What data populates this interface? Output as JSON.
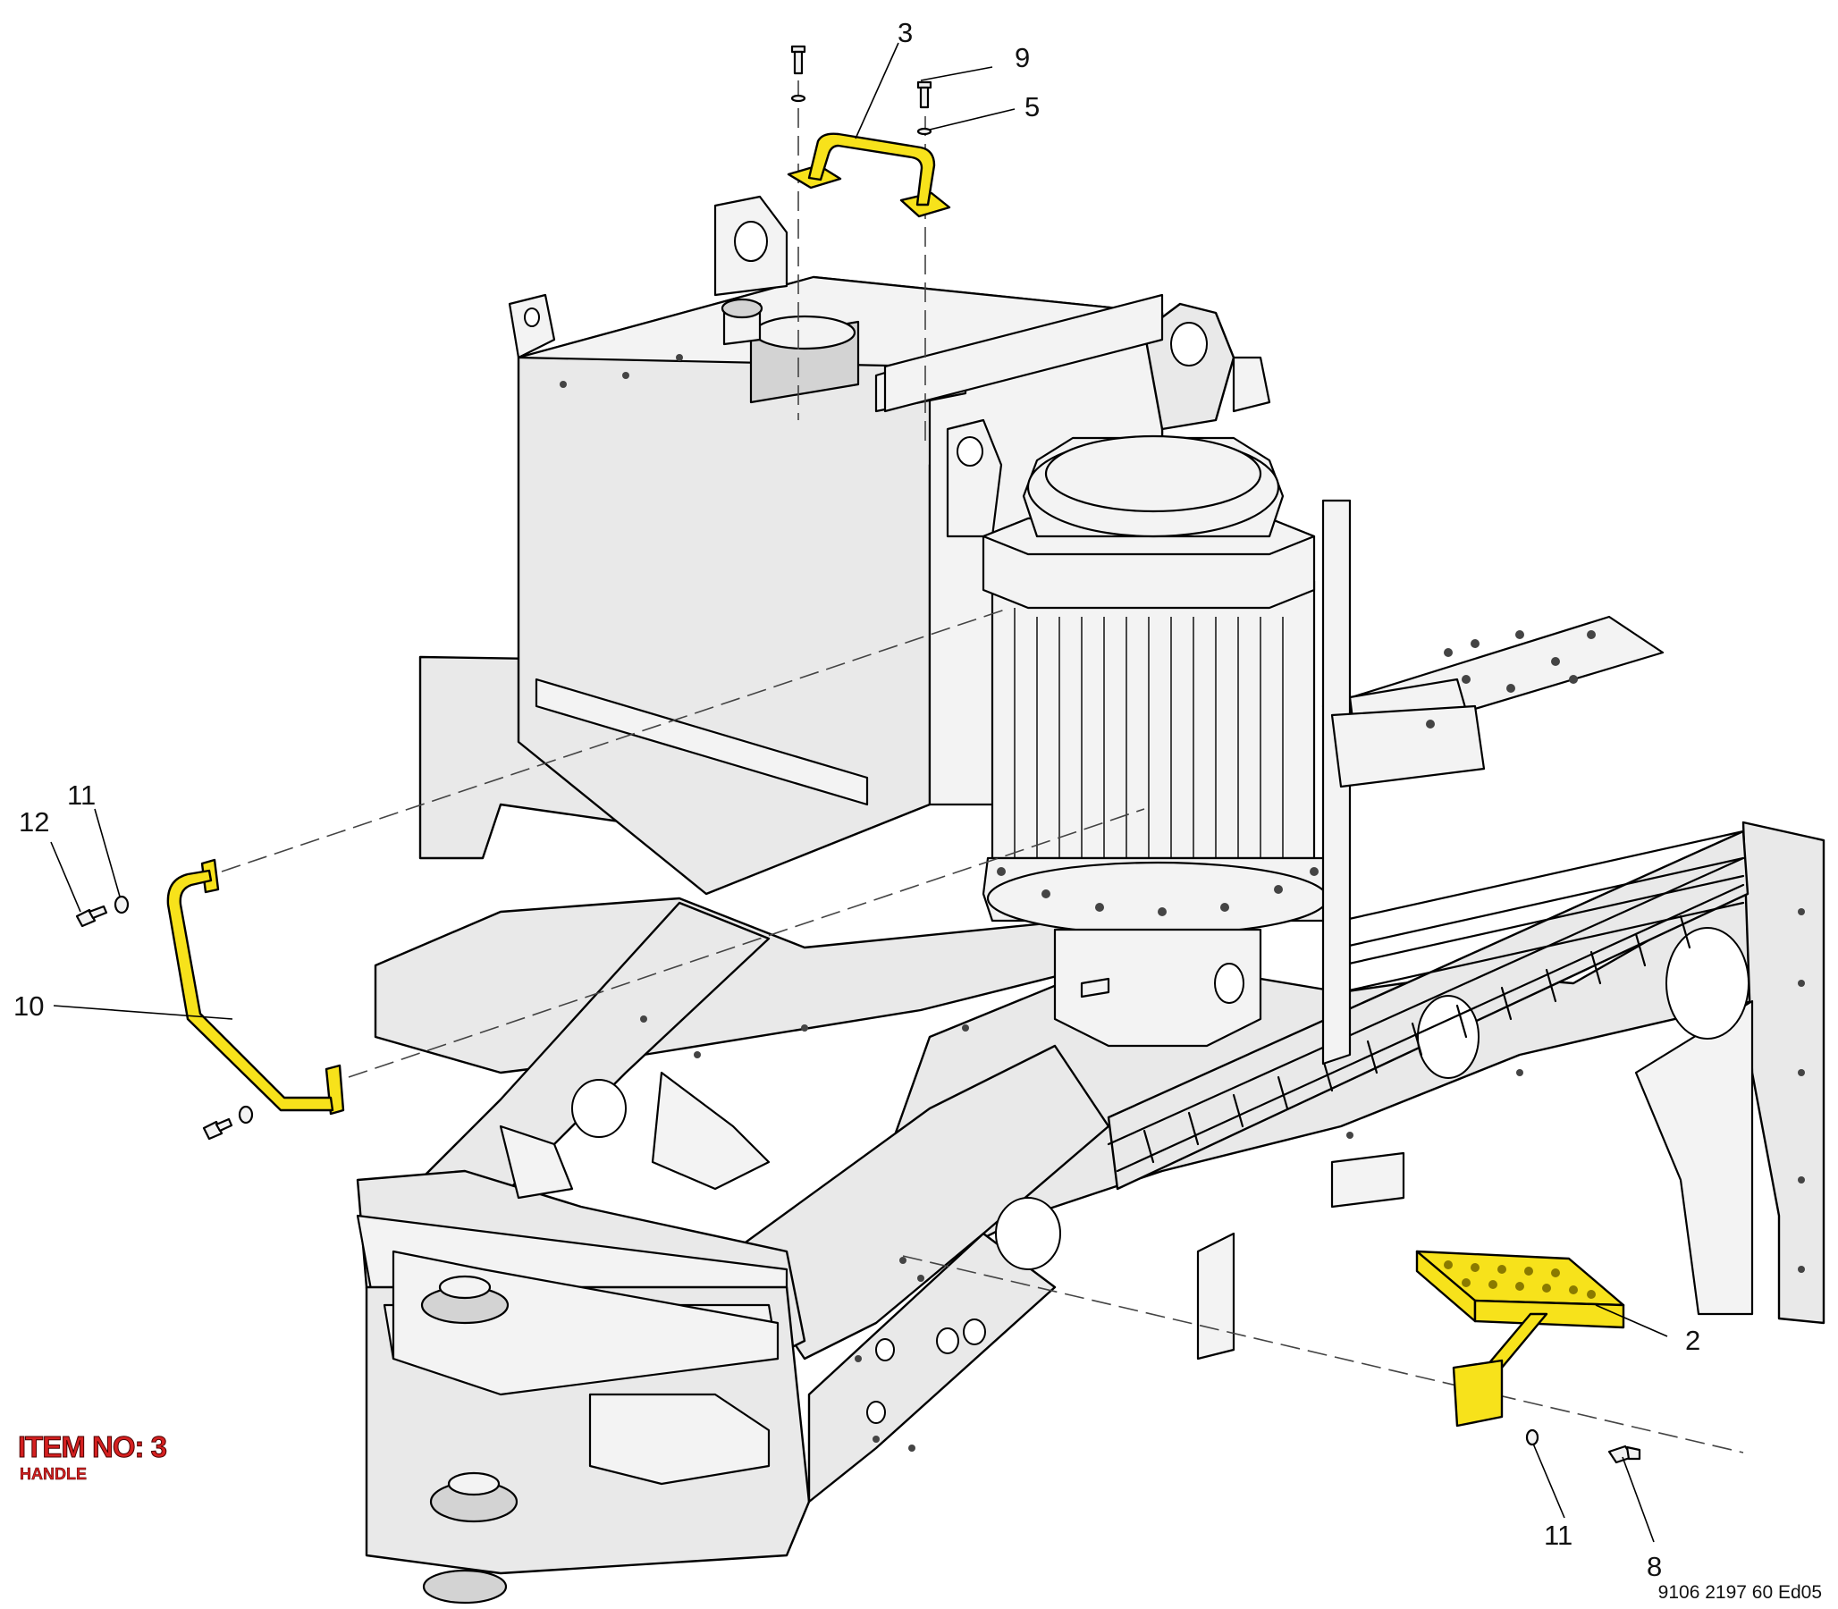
{
  "item_box": {
    "title": "ITEM NO: 3",
    "subtitle": "HANDLE"
  },
  "document_number": "9106 2197 60 Ed05",
  "callouts": [
    {
      "id": "3",
      "text": "3",
      "part": "handle",
      "highlighted": true
    },
    {
      "id": "9",
      "text": "9",
      "part": "bolt"
    },
    {
      "id": "5",
      "text": "5",
      "part": "washer"
    },
    {
      "id": "12",
      "text": "12",
      "part": "bolt"
    },
    {
      "id": "11a",
      "text": "11",
      "part": "washer"
    },
    {
      "id": "10",
      "text": "10",
      "part": "side-handle",
      "highlighted": true
    },
    {
      "id": "2",
      "text": "2",
      "part": "step",
      "highlighted": true
    },
    {
      "id": "11b",
      "text": "11",
      "part": "washer"
    },
    {
      "id": "8",
      "text": "8",
      "part": "bolt"
    }
  ],
  "colors": {
    "highlight": "#f7e21b",
    "item_text": "#d42020",
    "outline": "#000000",
    "body_fill": "#e9e9e9"
  }
}
